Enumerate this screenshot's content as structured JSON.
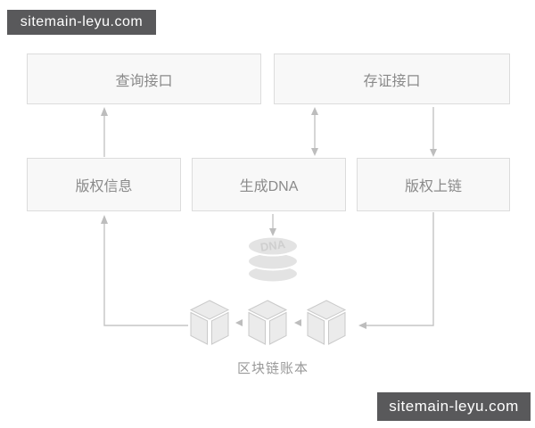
{
  "watermark": {
    "top_left": "sitemain-leyu.com",
    "bottom_right": "sitemain-leyu.com"
  },
  "diagram": {
    "boxes": [
      {
        "id": "query-api",
        "label": "查询接口"
      },
      {
        "id": "deposit-api",
        "label": "存证接口"
      },
      {
        "id": "copyright-info",
        "label": "版权信息"
      },
      {
        "id": "generate-dna",
        "label": "生成DNA"
      },
      {
        "id": "copyright-onchain",
        "label": "版权上链"
      }
    ],
    "dna_store_label": "DNA",
    "ledger_label": "区块链账本",
    "connections": [
      {
        "from": "版权信息",
        "to": "查询接口",
        "arrow": "up"
      },
      {
        "from": "存证接口",
        "to": "生成DNA",
        "arrow": "both"
      },
      {
        "from": "存证接口",
        "to": "版权上链",
        "arrow": "down"
      },
      {
        "from": "生成DNA",
        "to": "DNA",
        "arrow": "down"
      },
      {
        "from": "版权上链",
        "to": "区块链账本",
        "arrow": "left"
      },
      {
        "from": "区块链账本",
        "to": "版权信息",
        "arrow": "up"
      }
    ]
  },
  "colors": {
    "badge_bg": "#59595b",
    "badge_text": "#ffffff",
    "box_bg": "#f8f8f8",
    "box_border": "#dcdcdc",
    "box_text": "#8a8a8a",
    "line": "#c5c5c5",
    "arrowhead": "#bdbdbd",
    "cylinder_fill": "#e3e3e3",
    "cylinder_text": "#cfcfcf",
    "cube_fill": "#ebebeb",
    "cube_stroke": "#c9c9c9",
    "ledger_text": "#999999"
  }
}
